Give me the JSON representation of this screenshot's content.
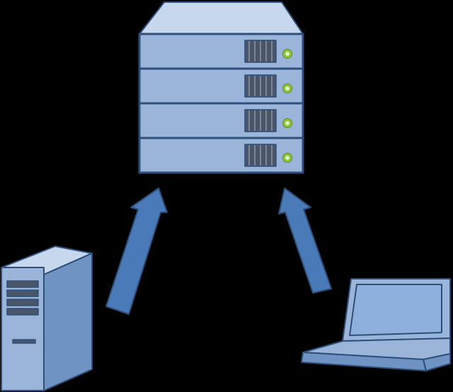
{
  "diagram": {
    "type": "network-topology",
    "background": "#000000",
    "colors": {
      "outline": "#2e4f7a",
      "device_fill": "#9ab5d9",
      "device_top": "#c7d8ee",
      "device_side": "#6f93c2",
      "arrow_fill": "#4a7ab8",
      "arrow_outline": "#2e4f7a",
      "vent_fill": "#4a5568",
      "led_fill": "#8cc63f",
      "led_center": "#e8f5c8",
      "screen_fill": "#8fb0dc"
    },
    "nodes": [
      {
        "id": "rack-server",
        "icon": "rack-server-icon",
        "units": 4,
        "label": ""
      },
      {
        "id": "tower-pc",
        "icon": "desktop-tower-icon",
        "label": ""
      },
      {
        "id": "laptop",
        "icon": "laptop-icon",
        "label": ""
      }
    ],
    "edges": [
      {
        "from": "tower-pc",
        "to": "rack-server",
        "style": "block-arrow"
      },
      {
        "from": "laptop",
        "to": "rack-server",
        "style": "block-arrow"
      }
    ]
  }
}
